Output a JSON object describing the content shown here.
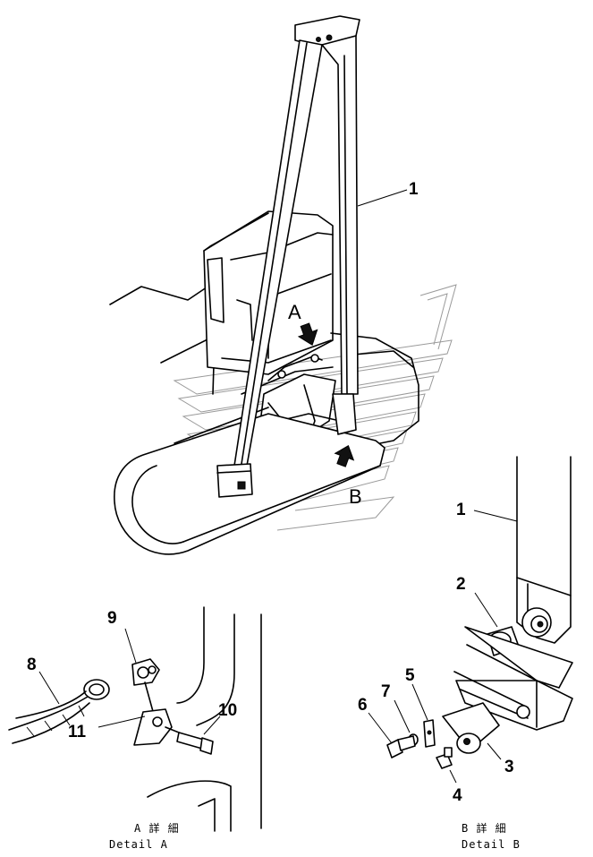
{
  "callouts": {
    "main_1": "1",
    "detail_b_1": "1",
    "detail_b_2": "2",
    "detail_b_3": "3",
    "detail_b_4": "4",
    "detail_b_5": "5",
    "detail_b_6": "6",
    "detail_b_7": "7",
    "detail_a_8": "8",
    "detail_a_9": "9",
    "detail_a_10": "10",
    "detail_a_11": "11"
  },
  "view_labels": {
    "arrow_a": "A",
    "arrow_b": "B"
  },
  "captions": {
    "detail_a_jp": "A 詳 細",
    "detail_a_en": "Detail A",
    "detail_b_jp": "B 詳 細",
    "detail_b_en": "Detail B"
  }
}
